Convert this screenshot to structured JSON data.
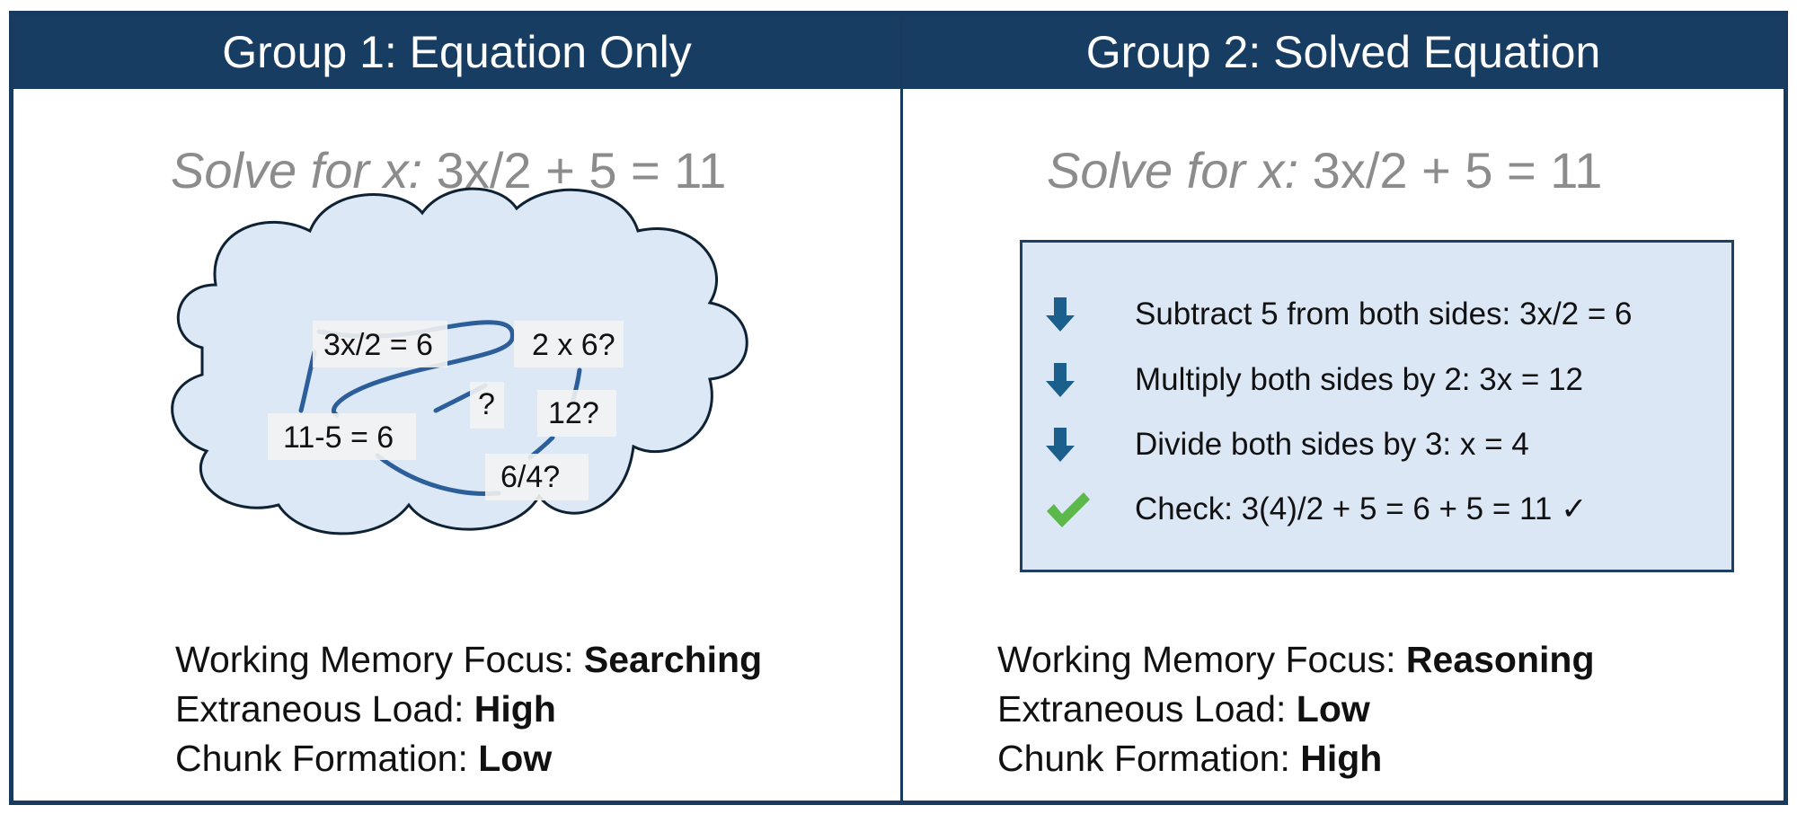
{
  "group1": {
    "header": "Group 1: Equation Only",
    "problem_prefix": "Solve for x:",
    "problem_eq": " 3x/2 + 5 = 11",
    "cloud_nodes": [
      "3x/2 = 6",
      "2 x 6?",
      "?",
      "12?",
      "11-5 = 6",
      "6/4?"
    ],
    "metrics": [
      {
        "label": "Working Memory Focus: ",
        "value": "Searching"
      },
      {
        "label": "Extraneous Load: ",
        "value": "High"
      },
      {
        "label": "Chunk Formation: ",
        "value": "Low"
      }
    ]
  },
  "group2": {
    "header": "Group 2: Solved Equation",
    "problem_prefix": "Solve for x:",
    "problem_eq": " 3x/2 + 5 = 11",
    "steps": [
      {
        "icon": "down-arrow-icon",
        "text": "Subtract 5 from both sides: 3x/2 = 6"
      },
      {
        "icon": "down-arrow-icon",
        "text": "Multiply both sides by 2: 3x = 12"
      },
      {
        "icon": "down-arrow-icon",
        "text": "Divide both sides by 3: x = 4"
      },
      {
        "icon": "checkmark-icon",
        "text": "Check: 3(4)/2 + 5 = 6 + 5 = 11 ✓"
      }
    ],
    "metrics": [
      {
        "label": "Working Memory Focus: ",
        "value": "Reasoning"
      },
      {
        "label": "Extraneous Load: ",
        "value": "Low"
      },
      {
        "label": "Chunk Formation: ",
        "value": "High"
      }
    ]
  },
  "colors": {
    "header_bg": "#183d62",
    "cloud_fill": "#dce8f6",
    "link_stroke": "#2c5e9a",
    "arrow": "#1b5f8c",
    "check": "#5cb84a"
  }
}
